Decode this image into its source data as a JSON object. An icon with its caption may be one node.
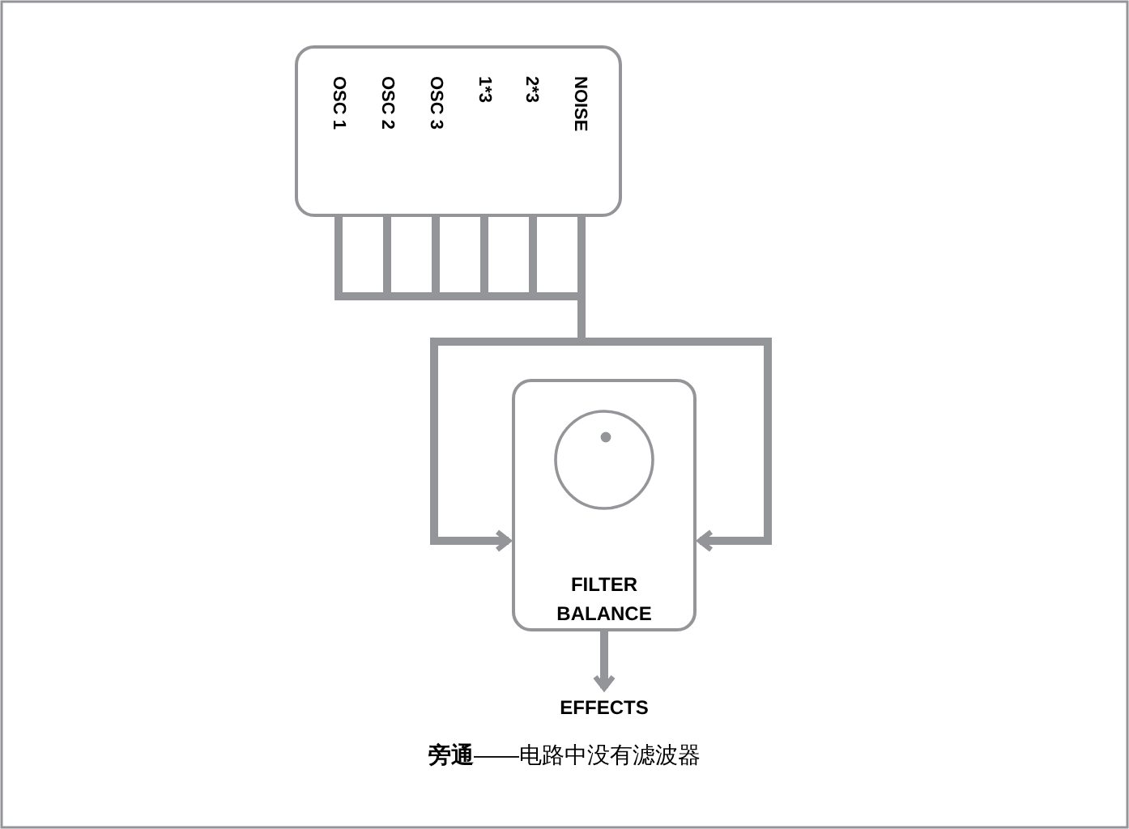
{
  "diagram": {
    "caption": "**旁通**——电路中没有滤波器",
    "nodes": [
      {
        "text": [
          "OSC 1",
          "OSC 2",
          "OSC 3",
          "1*3",
          "2*3",
          "NOISE"
        ]
      },
      {
        "text": [
          "FILTER BALANCE"
        ]
      },
      {
        "text": [
          "EFFECTS"
        ]
      }
    ],
    "edges": [
      {
        "from": 0,
        "to": 1,
        "arrow": "to"
      },
      {
        "from": 0,
        "to": 1,
        "arrow": "to"
      },
      {
        "from": 1,
        "to": 2,
        "arrow": "to"
      }
    ]
  }
}
